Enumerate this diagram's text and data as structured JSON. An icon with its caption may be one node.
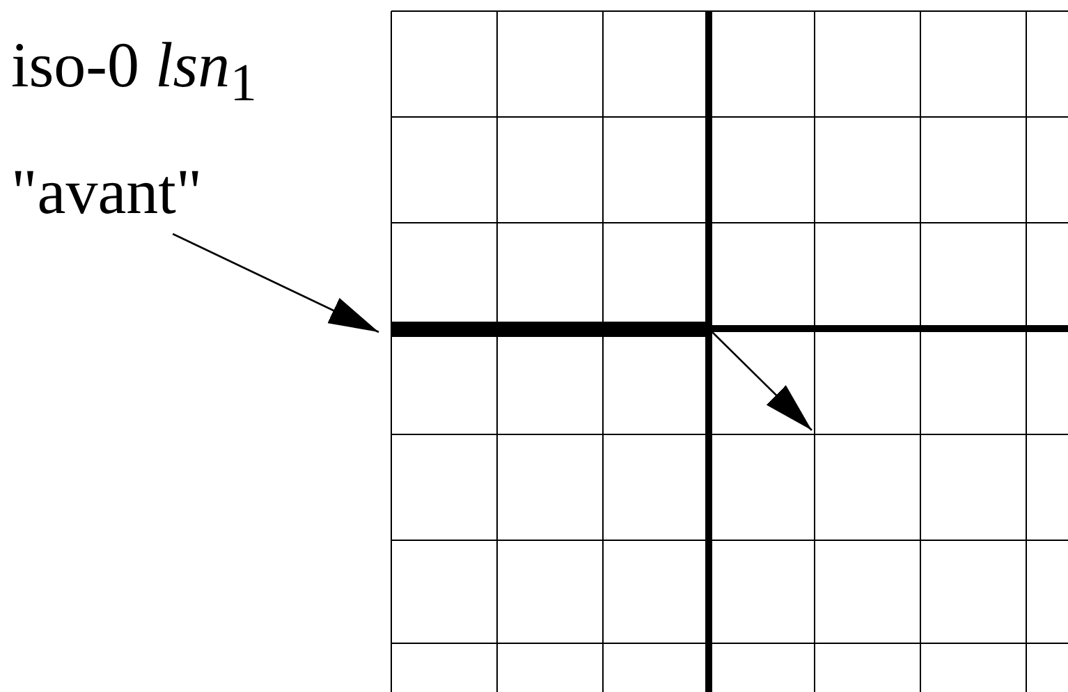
{
  "diagram": {
    "nodes": [
      {
        "text": [
          "iso-0 *lsn*$_{1}$ \"avant\""
        ]
      },
      {
        "text": [],
        "shape": "bar"
      }
    ],
    "edges": [
      {
        "from": 0,
        "to": 1,
        "arrow": "to"
      }
    ]
  }
}
